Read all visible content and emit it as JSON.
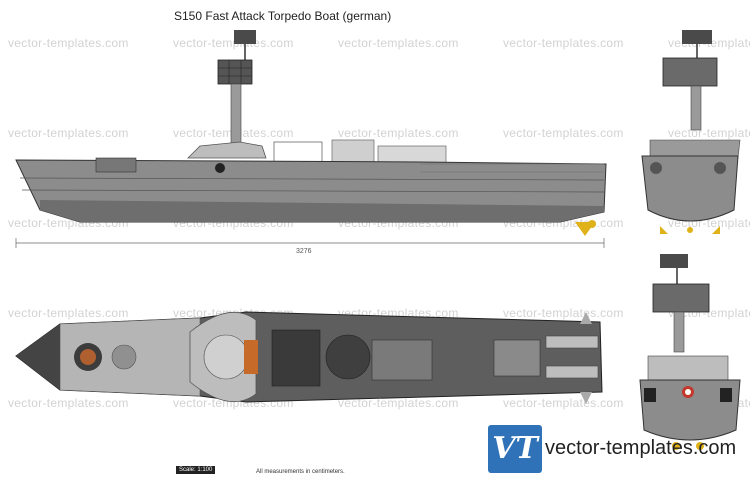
{
  "title": "S150 Fast Attack Torpedo Boat (german)",
  "watermark": {
    "text": "vector-templates.com",
    "rows": 5
  },
  "dimension": {
    "value": "3276"
  },
  "scale": {
    "label": "Scale: 1:100"
  },
  "note": "All measurements in centimeters.",
  "logo": {
    "letters": "VT",
    "brand": "vector-templates.com",
    "color": "#2f72b8"
  },
  "colors": {
    "hull": "#8c8c8c",
    "hull_dark": "#5e5e5e",
    "deck": "#4a4a4a",
    "superstructure": "#bdbdbd",
    "propeller": "#e0b21a",
    "accent_red": "#c0392b"
  }
}
